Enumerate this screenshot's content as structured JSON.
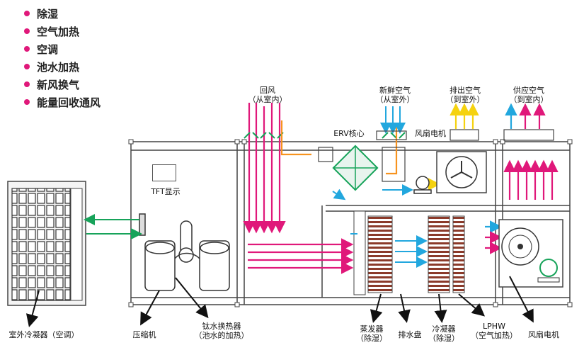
{
  "features": [
    "除湿",
    "空气加热",
    "空调",
    "池水加热",
    "新风换气",
    "能量回收通风"
  ],
  "labels": {
    "return_air_1": "回风",
    "return_air_2": "（从室内）",
    "fresh_air_1": "新鲜空气",
    "fresh_air_2": "（从室外）",
    "exhaust_air_1": "排出空气",
    "exhaust_air_2": "（到室外）",
    "supply_air_1": "供应空气",
    "supply_air_2": "（到室内）",
    "erv_core": "ERV核心",
    "fan_motor_top": "风扇电机",
    "tft_display": "TFT显示",
    "outdoor_condenser": "室外冷凝器（空调）",
    "compressor": "压缩机",
    "ti_exchanger_1": "钛水换热器",
    "ti_exchanger_2": "（池水的加热）",
    "evaporator_1": "蒸发器",
    "evaporator_2": "（除湿）",
    "drain_pan": "排水盘",
    "condenser_1": "冷凝器",
    "condenser_2": "（除湿）",
    "lphw_1": "LPHW",
    "lphw_2": "（空气加热）",
    "fan_motor_bottom": "风扇电机"
  },
  "colors": {
    "accent_magenta": "#e0187a",
    "cold_blue": "#22a7de",
    "exhaust_yellow": "#f5d20f",
    "heat_orange": "#f7931e",
    "refrigerant_green": "#17a35a",
    "coil_brown": "#8b3a2a",
    "outline": "#444444"
  },
  "icons": [
    "bullet-dot-icon",
    "fan-icon",
    "compressor-icon",
    "pump-icon",
    "arrow-icon"
  ]
}
